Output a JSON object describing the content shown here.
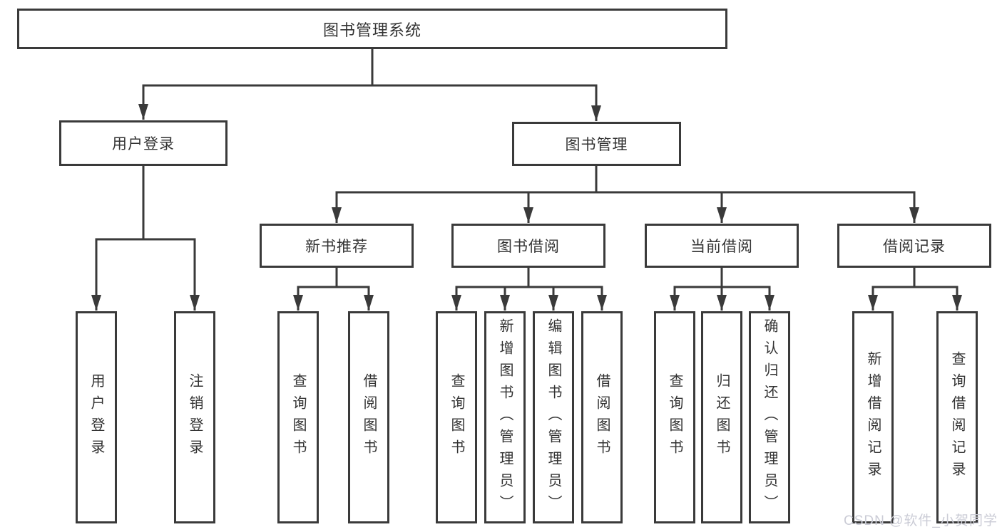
{
  "diagram": {
    "title": "图书管理系统",
    "level2": [
      {
        "label": "用户登录"
      },
      {
        "label": "图书管理"
      }
    ],
    "level3": [
      {
        "label": "新书推荐"
      },
      {
        "label": "图书借阅"
      },
      {
        "label": "当前借阅"
      },
      {
        "label": "借阅记录"
      }
    ],
    "leaves": [
      {
        "label": "用户登录"
      },
      {
        "label": "注销登录"
      },
      {
        "label": "查询图书"
      },
      {
        "label": "借阅图书"
      },
      {
        "label": "查询图书"
      },
      {
        "label": "新增图书（管理员）"
      },
      {
        "label": "编辑图书（管理员）"
      },
      {
        "label": "借阅图书"
      },
      {
        "label": "查询图书"
      },
      {
        "label": "归还图书"
      },
      {
        "label": "确认归还（管理员）"
      },
      {
        "label": "新增借阅记录"
      },
      {
        "label": "查询借阅记录"
      }
    ],
    "line_color": "#3a3a3a",
    "text_color": "#333333",
    "background": "#ffffff"
  },
  "watermark": {
    "text": "CSDN @软件_小贺同学",
    "color": "#cbccd6"
  }
}
